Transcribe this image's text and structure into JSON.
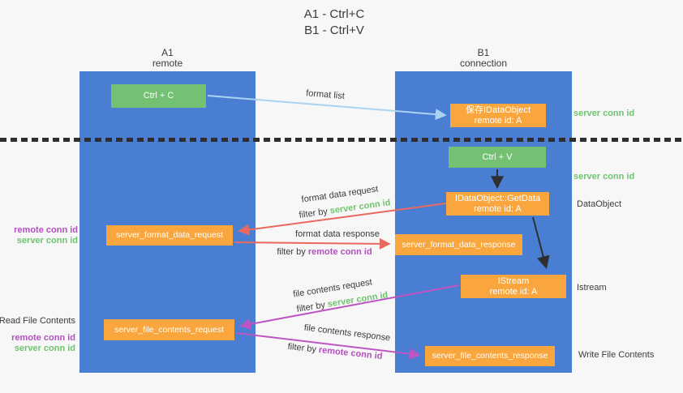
{
  "title": {
    "line1": "A1 - Ctrl+C",
    "line2": "B1 - Ctrl+V"
  },
  "lifelines": [
    {
      "name": "A1",
      "role": "remote"
    },
    {
      "name": "B1",
      "role": "connection"
    }
  ],
  "nodes": {
    "ctrl_c": "Ctrl + C",
    "ctrl_v": "Ctrl + V",
    "save_idataobject": {
      "line1": "保存IDataObject",
      "line2": "remote id: A"
    },
    "getdata": {
      "line1": "IDataObject::GetData",
      "line2": "remote id: A"
    },
    "istream": {
      "line1": "IStream",
      "line2": "remote id: A"
    },
    "format_request": "server_format_data_request",
    "format_response": "server_format_data_response",
    "file_request": "server_file_contents_request",
    "file_response": "server_file_contents_response"
  },
  "labels": {
    "format_list": "format list",
    "format_data_request": "format data request",
    "format_data_response": "format data response",
    "file_contents_request": "file contents request",
    "file_contents_response": "file contents response",
    "filter_by": "filter by",
    "server_conn_id": "server conn id",
    "remote_conn_id": "remote conn id",
    "data_object": "DataObject",
    "istream_side": "Istream",
    "read_file_contents": "Read File Contents",
    "write_file_contents": "Write File Contents"
  },
  "colors": {
    "lifeline_blue": "#4a7ed2",
    "node_orange": "#f8a63d",
    "node_green": "#74c174",
    "arrow_red": "#e8695d",
    "arrow_magenta": "#bf55c4",
    "arrow_lightblue": "#a9d3f1",
    "arrow_black": "#2f2f2f",
    "text_green": "#6fc36f",
    "text_purple": "#b44fc0"
  }
}
